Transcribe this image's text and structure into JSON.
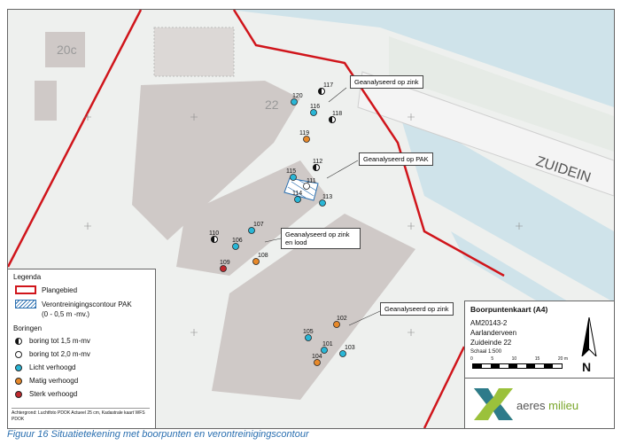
{
  "map": {
    "street_label": "ZUIDEIN",
    "building_label_1": "20c",
    "building_label_2": "22"
  },
  "callouts": [
    {
      "text": "Geanalyseerd op zink"
    },
    {
      "text": "Geanalyseerd op PAK"
    },
    {
      "text": "Geanalyseerd op zink en lood"
    },
    {
      "text": "Geanalyseerd op zink"
    }
  ],
  "boorpunten": [
    {
      "id": "120",
      "type": "licht"
    },
    {
      "id": "117",
      "type": "half"
    },
    {
      "id": "116",
      "type": "licht"
    },
    {
      "id": "118",
      "type": "half"
    },
    {
      "id": "119",
      "type": "matig"
    },
    {
      "id": "112",
      "type": "half"
    },
    {
      "id": "115",
      "type": "licht"
    },
    {
      "id": "111",
      "type": "open"
    },
    {
      "id": "114",
      "type": "licht"
    },
    {
      "id": "113",
      "type": "licht"
    },
    {
      "id": "110",
      "type": "half"
    },
    {
      "id": "107",
      "type": "licht"
    },
    {
      "id": "106",
      "type": "licht"
    },
    {
      "id": "108",
      "type": "matig"
    },
    {
      "id": "109",
      "type": "sterk"
    },
    {
      "id": "102",
      "type": "matig"
    },
    {
      "id": "105",
      "type": "licht"
    },
    {
      "id": "101",
      "type": "licht"
    },
    {
      "id": "103",
      "type": "licht"
    },
    {
      "id": "104",
      "type": "matig"
    }
  ],
  "legend": {
    "title": "Legenda",
    "plangebied": "Plangebied",
    "contour": "Verontreinigingscontour PAK",
    "contour_sub": "(0 - 0,5 m -mv.)",
    "boringen_title": "Boringen",
    "boring_15": "boring tot 1,5 m-mv",
    "boring_20": "boring tot 2,0 m-mv",
    "licht": "Licht verhoogd",
    "matig": "Matig verhoogd",
    "sterk": "Sterk verhoogd",
    "note": "Achtergrond: Luchtfoto PDOK Actueel 25 cm, Kadastrale kaart WFS PDOK"
  },
  "titleblock": {
    "title": "Boorpuntenkaart (A4)",
    "project": "AM20143-2",
    "place": "Aarlanderveen",
    "address": "Zuideinde 22",
    "scale": "Schaal 1:500",
    "scale_ticks": [
      "0",
      "5",
      "10",
      "15",
      "20 m"
    ],
    "north": "N",
    "logo_text_1": "aeres",
    "logo_text_2": "milieu"
  },
  "colors": {
    "plangebied": "#d0151b",
    "licht": "#29b6d6",
    "matig": "#e7892a",
    "sterk": "#c0282d",
    "water": "#cfe3ea",
    "building": "#cfc9c7"
  },
  "caption": "Figuur 16 Situatietekening met boorpunten en verontreinigingscontour"
}
